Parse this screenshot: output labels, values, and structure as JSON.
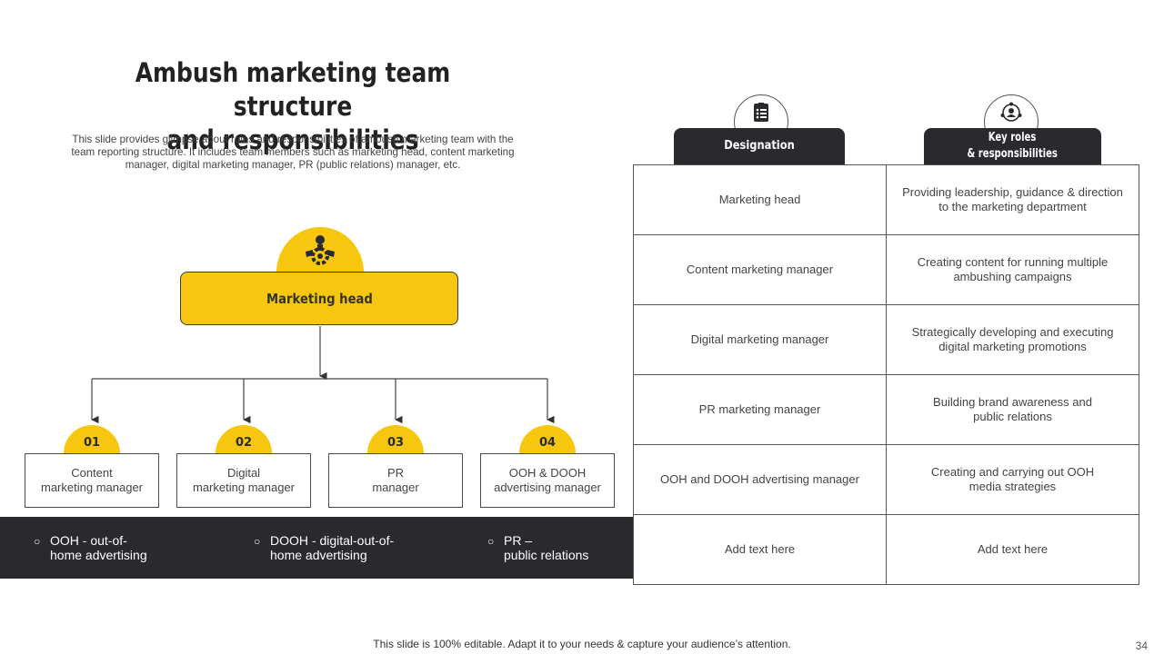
{
  "title": {
    "line1": "Ambush marketing team structure",
    "line2": "and responsibilities"
  },
  "subtitle": "This slide provides glimpse about roles and responsibilities of ambush marketing team with the team reporting structure. It includes team members such as marketing head, content marketing manager, digital marketing manager, PR (public relations) manager, etc.",
  "org": {
    "head_label": "Marketing head",
    "head_icon": "team-gear-icon",
    "accent_color": "#f7c70f",
    "members": [
      {
        "num": "01",
        "line1": "Content",
        "line2": "marketing manager"
      },
      {
        "num": "02",
        "line1": "Digital",
        "line2": "marketing manager"
      },
      {
        "num": "03",
        "line1": "PR",
        "line2": "manager"
      },
      {
        "num": "04",
        "line1": "OOH & DOOH",
        "line2": "advertising  manager"
      }
    ]
  },
  "legend": [
    {
      "line1": "OOH - out-of-",
      "line2": "home advertising"
    },
    {
      "line1": "DOOH - digital-out-of-",
      "line2": "home advertising"
    },
    {
      "line1": "PR –",
      "line2": "public relations"
    }
  ],
  "table": {
    "headers": [
      {
        "line1": "Designation",
        "line2": "",
        "icon": "document-list-icon"
      },
      {
        "line1": "Key roles",
        "line2": "& responsibilities",
        "icon": "user-network-icon"
      }
    ],
    "rows": [
      {
        "designation": "Marketing head",
        "role1": "Providing  leadership, guidance  & direction",
        "role2": "to the marketing department"
      },
      {
        "designation": "Content  marketing  manager",
        "role1": "Creating  content for running  multiple",
        "role2": "ambushing campaigns"
      },
      {
        "designation": "Digital  marketing  manager",
        "role1": "Strategically developing  and executing",
        "role2": "digital marketing promotions"
      },
      {
        "designation": "PR  marketing  manager",
        "role1": "Building  brand awareness  and",
        "role2": "public relations"
      },
      {
        "designation": "OOH  and  DOOH  advertising  manager",
        "role1": "Creating  and carrying  out OOH",
        "role2": "media  strategies"
      },
      {
        "designation": "Add text here",
        "role1": "Add text here",
        "role2": ""
      }
    ],
    "header_color": "#2a292e"
  },
  "footer": "This slide is 100% editable. Adapt it to your needs & capture your audience’s attention.",
  "page_number": "34"
}
